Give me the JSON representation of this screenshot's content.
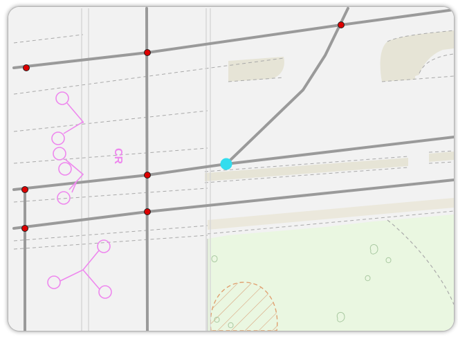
{
  "map": {
    "colors": {
      "background": "#f2f2f2",
      "road": "#9a9a9a",
      "lane": "#d9d9d9",
      "dashed_boundary": "#a8a8a8",
      "landuse_beige": "#e6e4d6",
      "park_green": "#eaf7e1",
      "park_boundary": "#aaaaaa",
      "hatched_area": "#e0a070",
      "node_fill": "#dd0000",
      "node_stroke": "#202020",
      "selection": "#33ddee",
      "symbol_pink": "#ee88ee",
      "tree_symbol": "#a8c8a0"
    },
    "icons": {
      "node": "red-dot-node",
      "selected": "cyan-selection-point",
      "pink_symbol": "branch-circle-symbol",
      "tree": "tree-symbol"
    },
    "labels": {
      "area_code": "CR"
    }
  }
}
